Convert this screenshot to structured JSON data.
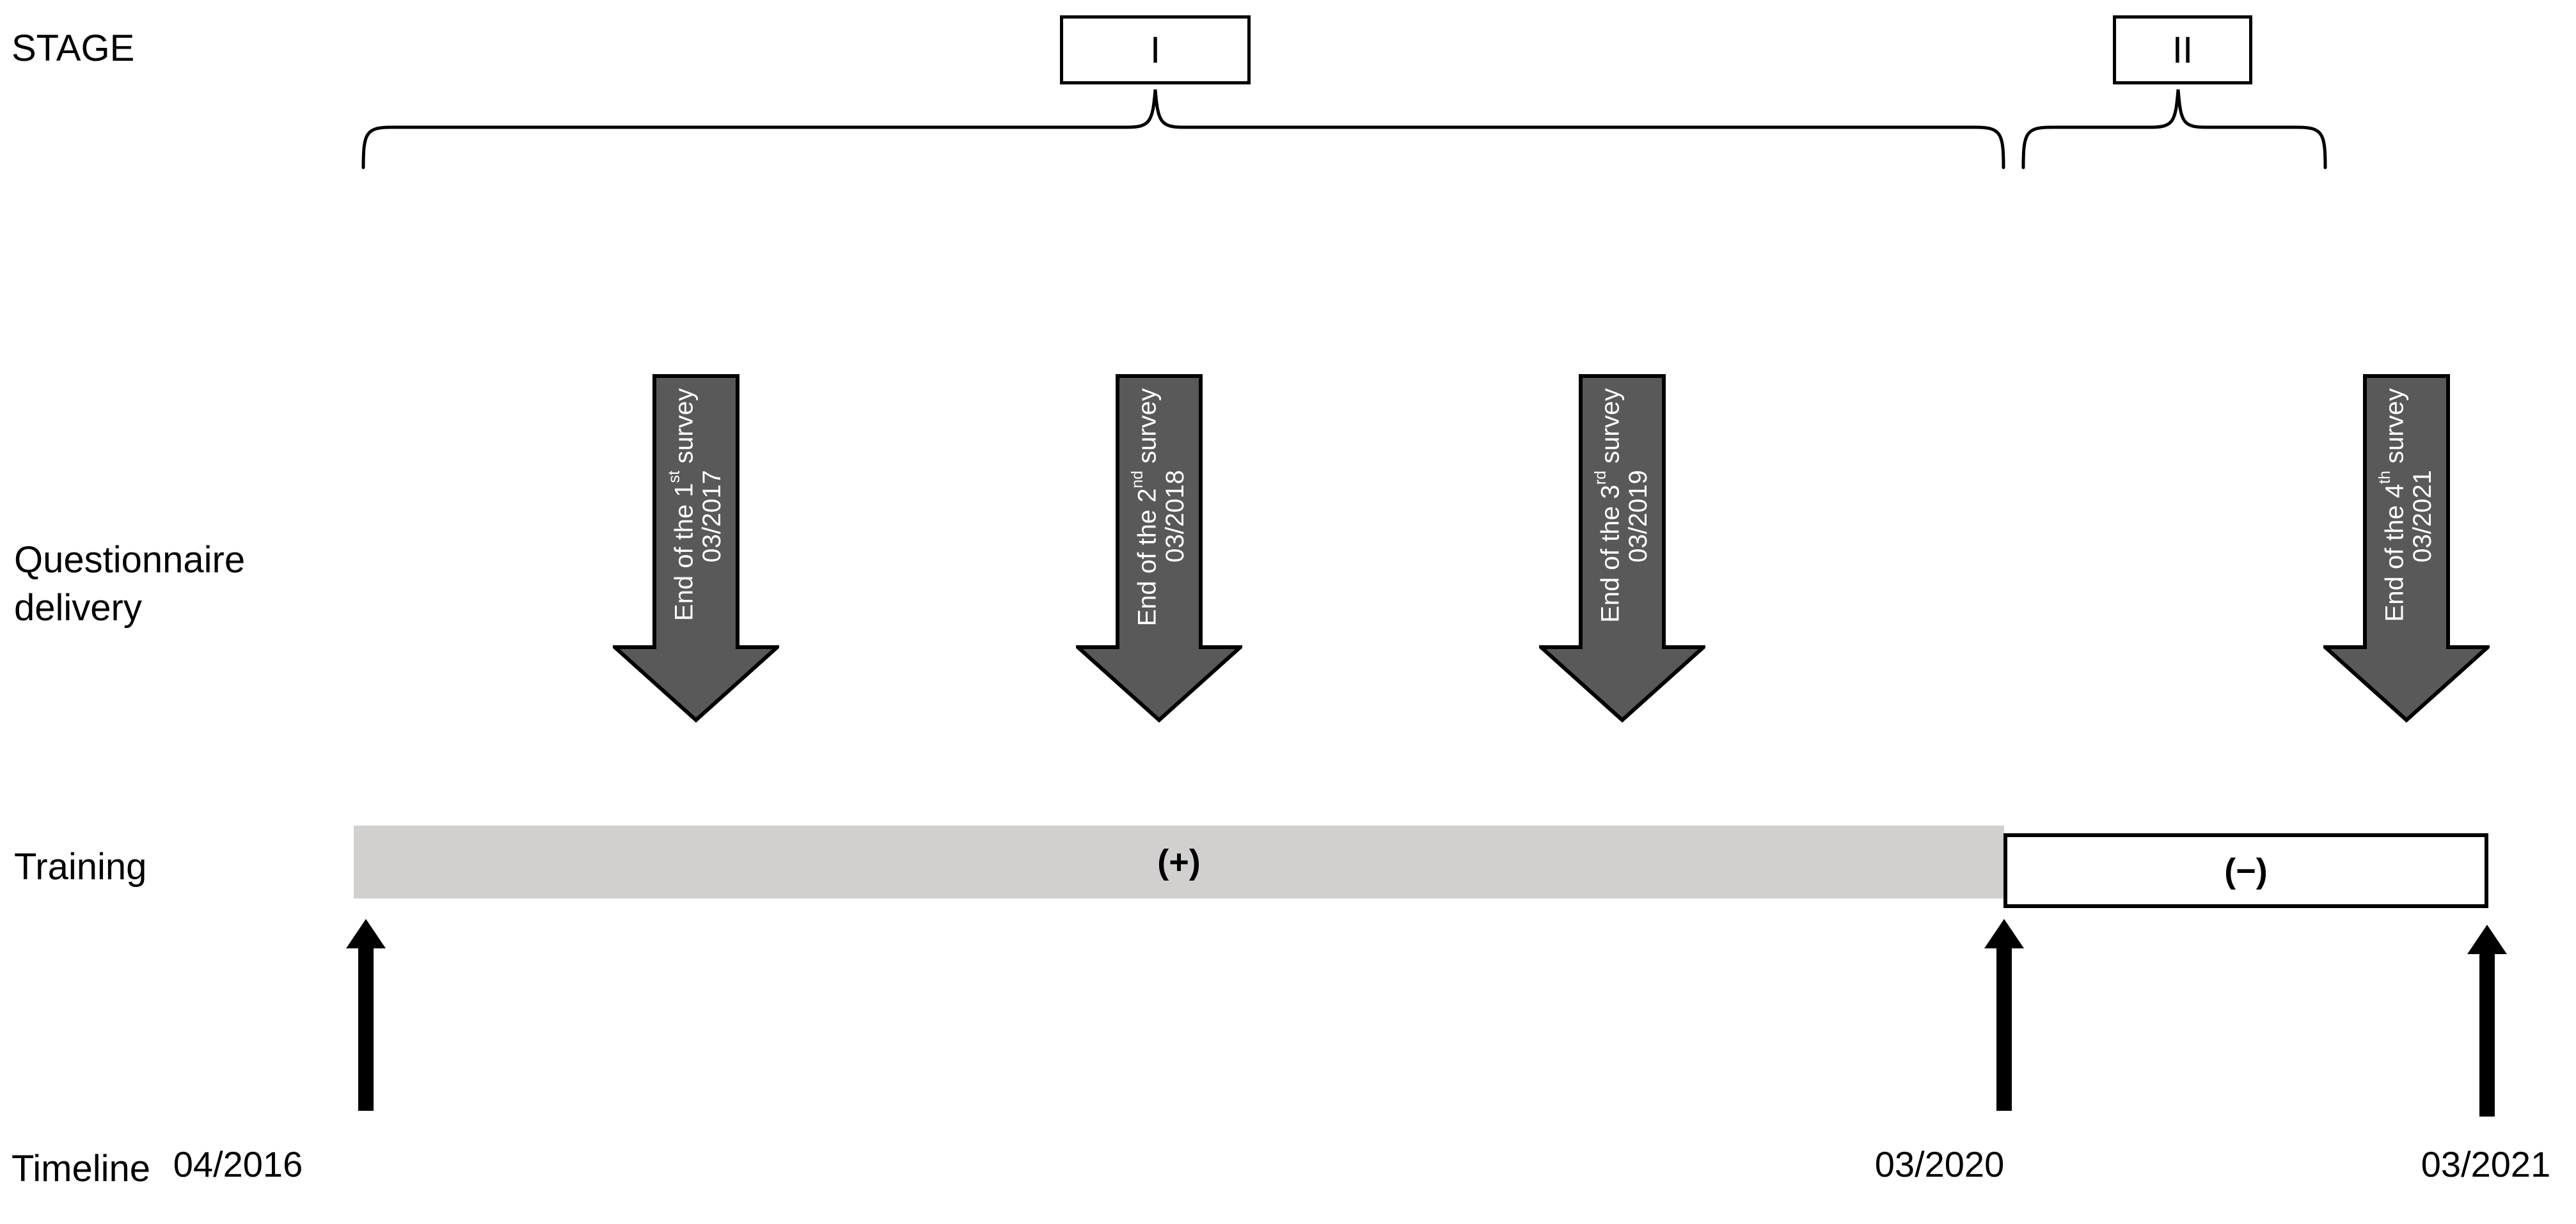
{
  "figure": {
    "rows": {
      "stage_label": "STAGE",
      "questionnaire_label": "Questionnaire\ndelivery",
      "training_label": "Training",
      "timeline_label": "Timeline"
    },
    "stages": [
      {
        "name": "stage-1",
        "label": "I"
      },
      {
        "name": "stage-2",
        "label": "II"
      }
    ],
    "survey_arrows": [
      {
        "name": "survey-1",
        "title": "End of the 1",
        "ordinal": "st",
        "title_tail": " survey",
        "date": "03/2017"
      },
      {
        "name": "survey-2",
        "title": "End of the 2",
        "ordinal": "nd",
        "title_tail": " survey",
        "date": "03/2018"
      },
      {
        "name": "survey-3",
        "title": "End of the 3",
        "ordinal": "rd",
        "title_tail": " survey",
        "date": "03/2019"
      },
      {
        "name": "survey-4",
        "title": "End of the 4",
        "ordinal": "th",
        "title_tail": " survey",
        "date": "03/2021"
      }
    ],
    "training": [
      {
        "name": "training-on",
        "label": "(+)",
        "state": "present"
      },
      {
        "name": "training-off",
        "label": "(−)",
        "state": "absent"
      }
    ],
    "timeline_dates": [
      "04/2016",
      "03/2020",
      "03/2021"
    ],
    "colors": {
      "background": "#ffffff",
      "arrow_fill": "#595959",
      "arrow_stroke": "#000000",
      "arrow_text": "#ffffff",
      "training_on_fill": "#d2cfcf",
      "training_off_fill": "#ffffff",
      "line": "#000000"
    }
  }
}
